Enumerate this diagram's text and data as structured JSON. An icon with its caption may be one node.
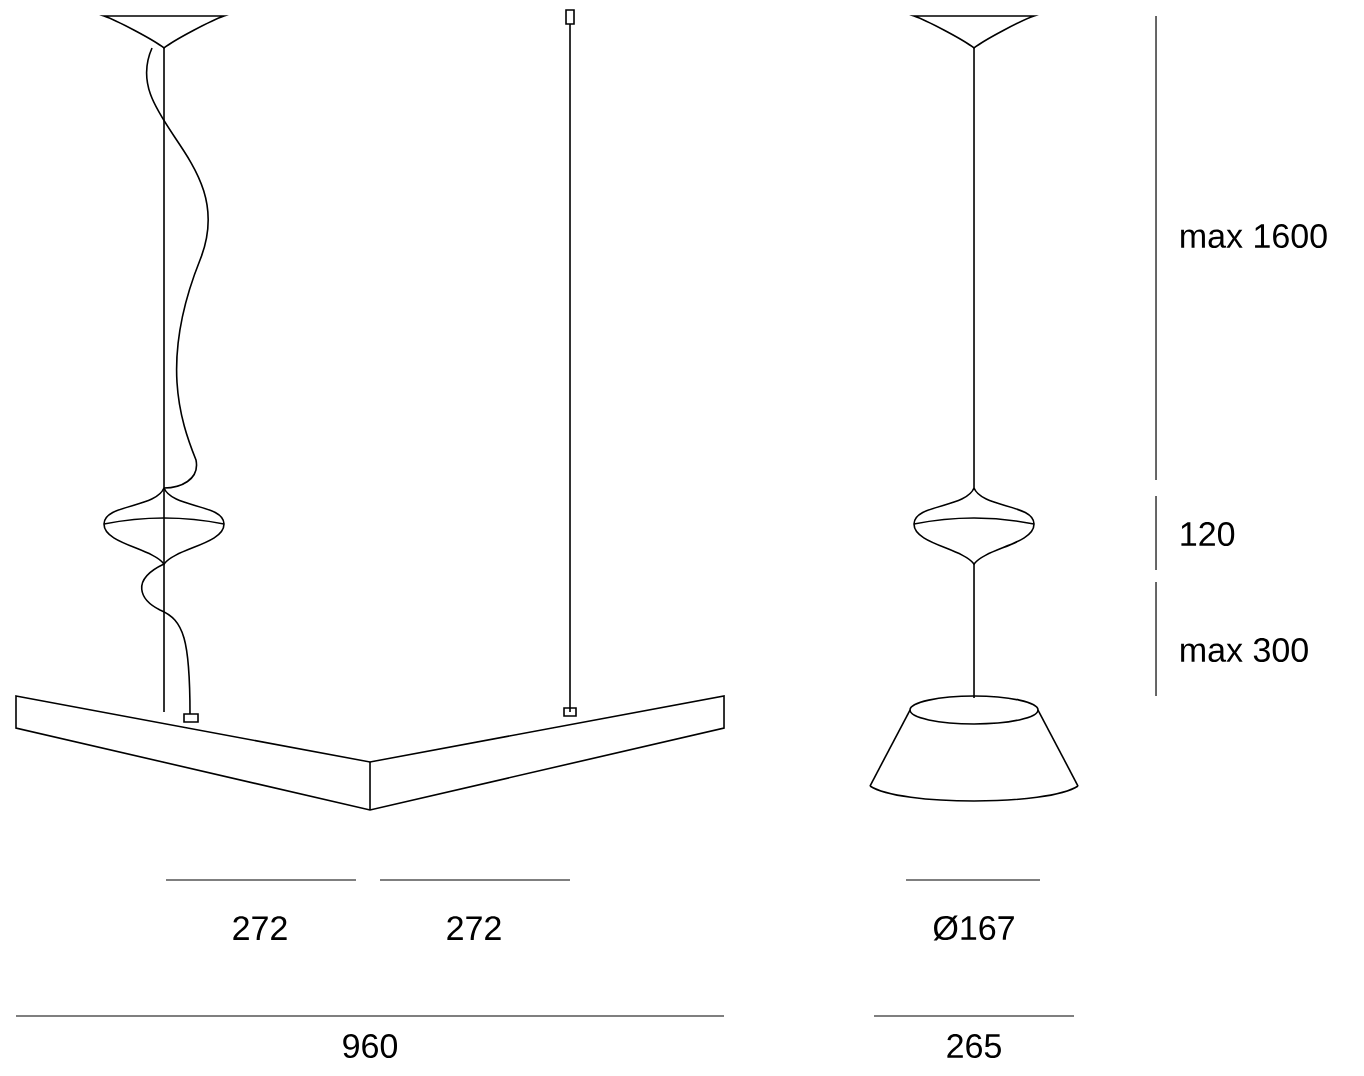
{
  "diagram": {
    "labels": [
      "max 1600",
      "120",
      "max 300",
      "272",
      "272",
      "Ø167",
      "960",
      "265"
    ]
  }
}
